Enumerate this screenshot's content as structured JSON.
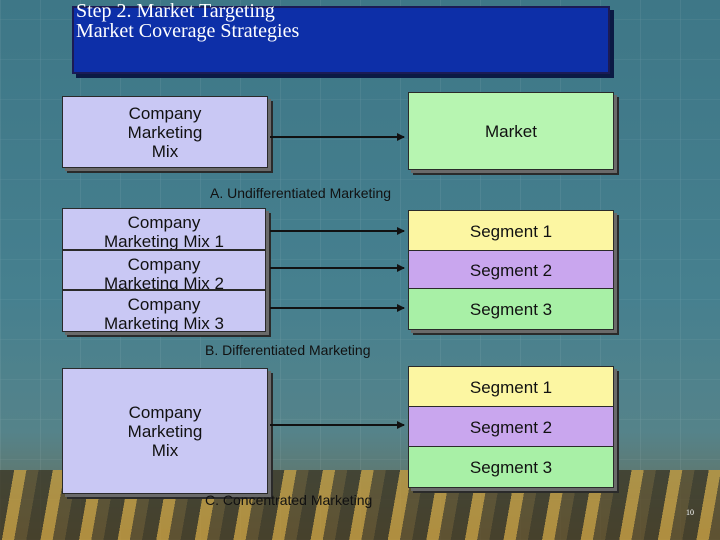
{
  "title": {
    "line1": "Step 2. Market Targeting",
    "line2": "Market Coverage Strategies"
  },
  "section_a": {
    "company": "Company\nMarketing\nMix",
    "market": "Market",
    "caption": "A. Undifferentiated Marketing"
  },
  "section_b": {
    "mix1": "Company\nMarketing Mix 1",
    "mix2": "Company\nMarketing Mix 2",
    "mix3": "Company\nMarketing Mix 3",
    "segment1": "Segment 1",
    "segment2": "Segment 2",
    "segment3": "Segment 3",
    "caption": "B. Differentiated Marketing"
  },
  "section_c": {
    "company": "Company\nMarketing\nMix",
    "segment1": "Segment 1",
    "segment2": "Segment 2",
    "segment3": "Segment 3",
    "caption": "C. Concentrated Marketing"
  },
  "page_number": "10",
  "colors": {
    "title_bg": "#0d2fa8",
    "company_box": "#c9c8f4",
    "market_box": "#b7f5b1",
    "segment_yellow": "#fcf6a2",
    "segment_purple": "#c9a6ee",
    "segment_green": "#a8f0a6"
  }
}
